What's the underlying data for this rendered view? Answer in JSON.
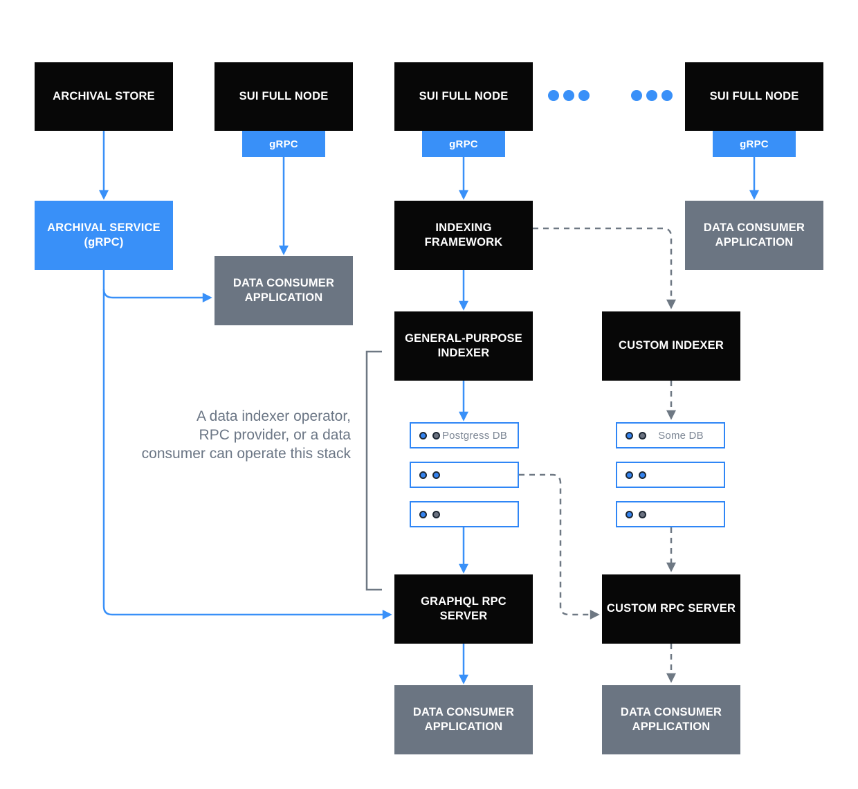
{
  "colors": {
    "accent_blue": "#3990F8",
    "node_black": "#070707",
    "node_gray": "#6B7582",
    "dashed_gray": "#6E7883",
    "db_border_blue": "#2F86F6",
    "db_label_gray": "#7C8694",
    "note_gray": "#6B7685",
    "dot_blue": "#3583EE",
    "dot_gray": "#6B7280",
    "dot_ring": "#1D2733"
  },
  "diagram": {
    "nodes": {
      "archival_store": "ARCHIVAL STORE",
      "sui_full_node": "SUI FULL NODE",
      "grpc": "gRPC",
      "archival_service": "ARCHIVAL SERVICE (gRPC)",
      "data_consumer_app": "DATA CONSUMER APPLICATION",
      "indexing_framework": "INDEXING FRAMEWORK",
      "general_purpose_indexer": "GENERAL-PURPOSE INDEXER",
      "custom_indexer": "CUSTOM INDEXER",
      "postgress_db": "Postgress DB",
      "some_db": "Some DB",
      "graphql_rpc_server": "GRAPHQL RPC SERVER",
      "custom_rpc_server": "CUSTOM RPC SERVER"
    },
    "side_note_lines": {
      "0": "A data indexer operator,",
      "1": "RPC provider, or a data",
      "2": "consumer can operate this stack"
    }
  }
}
